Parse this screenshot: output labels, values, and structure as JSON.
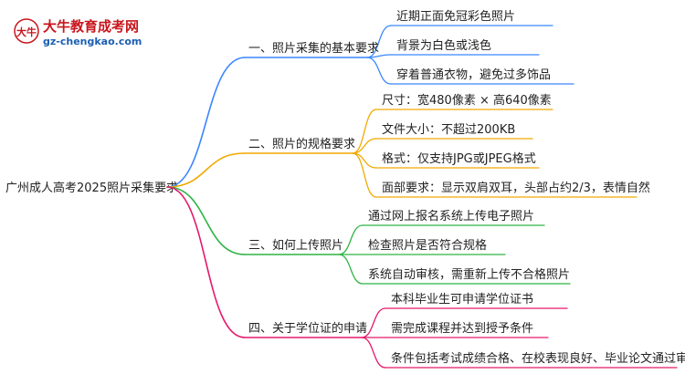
{
  "logo": {
    "title": "大牛教育成考网",
    "url": "gz-chengkao.com",
    "mark_text": "大牛",
    "colors": {
      "red": "#c8161d",
      "blue": "#1a5fb4"
    }
  },
  "root": {
    "label": "广州成人高考2025照片采集要求"
  },
  "branches": [
    {
      "label": "一、照片采集的基本要求",
      "color": "#3a86ff",
      "children": [
        "近期正面免冠彩色照片",
        "背景为白色或浅色",
        "穿着普通衣物，避免过多饰品"
      ]
    },
    {
      "label": "二、照片的规格要求",
      "color": "#f2a900",
      "children": [
        "尺寸：宽480像素 × 高640像素",
        "文件大小：不超过200KB",
        "格式：仅支持JPG或JPEG格式",
        "面部要求：显示双肩双耳，头部占约2/3，表情自然"
      ]
    },
    {
      "label": "三、如何上传照片",
      "color": "#2fb344",
      "children": [
        "通过网上报名系统上传电子照片",
        "检查照片是否符合规格",
        "系统自动审核，需重新上传不合格照片"
      ]
    },
    {
      "label": "四、关于学位证的申请",
      "color": "#e6196b",
      "children": [
        "本科毕业生可申请学位证书",
        "需完成课程并达到授予条件",
        "条件包括考试成绩合格、在校表现良好、毕业论文通过审核"
      ]
    }
  ]
}
